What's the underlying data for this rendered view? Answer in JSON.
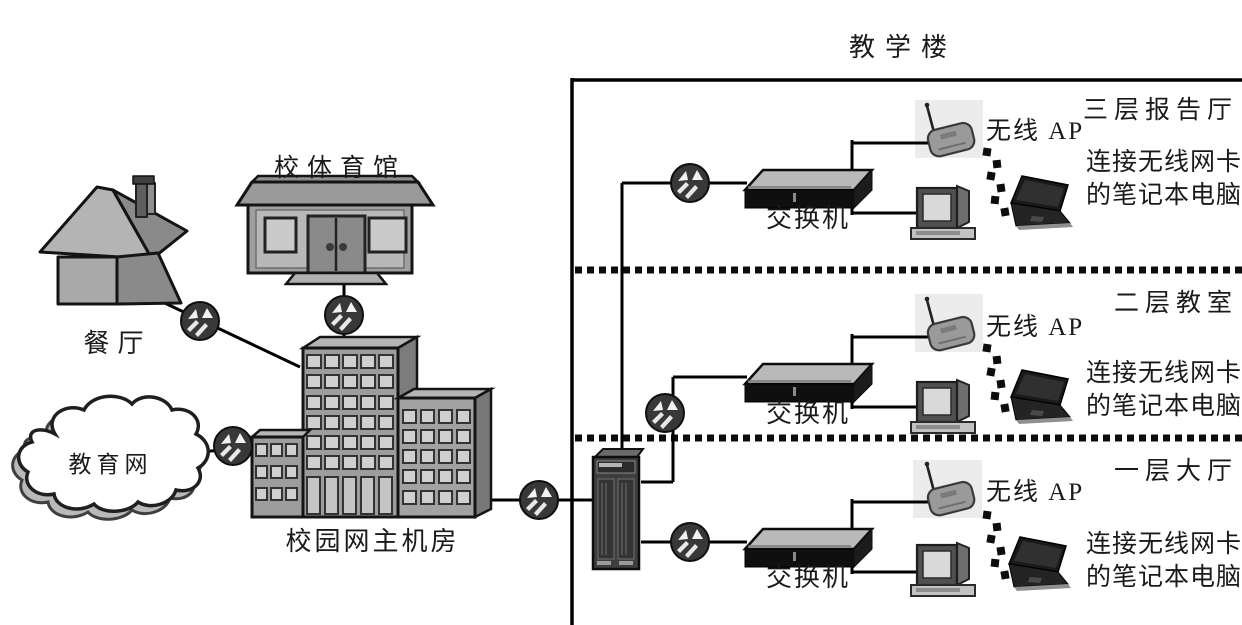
{
  "title": "教学楼",
  "campus": {
    "restaurant_label": "餐厅",
    "gym_label": "校体育馆",
    "cloud_label": "教育网",
    "machine_room_label": "校园网主机房"
  },
  "building": {
    "floors": [
      {
        "name": "三层报告厅",
        "switch_label": "交换机",
        "ap_label": "无线 AP",
        "laptop_line1": "连接无线网卡",
        "laptop_line2": "的笔记本电脑"
      },
      {
        "name": "二层教室",
        "switch_label": "交换机",
        "ap_label": "无线 AP",
        "laptop_line1": "连接无线网卡",
        "laptop_line2": "的笔记本电脑"
      },
      {
        "name": "一层大厅",
        "switch_label": "交换机",
        "ap_label": "无线 AP",
        "laptop_line1": "连接无线网卡",
        "laptop_line2": "的笔记本电脑"
      }
    ]
  },
  "icons": {
    "hub": "hub-icon",
    "switch": "network-switch",
    "ap": "wireless-access-point",
    "laptop": "laptop",
    "desktop": "desktop-computer",
    "rack": "server-rack",
    "cloud": "cloud-shape",
    "house": "house-shape",
    "gym": "gym-building",
    "tower": "office-building"
  },
  "colors": {
    "background": "#ffffff",
    "line": "#000000",
    "hub_fill": "#383838",
    "building_gray": "#9d9d9d",
    "building_side": "#7c7c7c",
    "window_light": "#cfcfcf",
    "switch_top": "#b9b9b9",
    "device_dark": "#141414",
    "ap_background": "#ececec",
    "text": "#1a1a1a"
  }
}
